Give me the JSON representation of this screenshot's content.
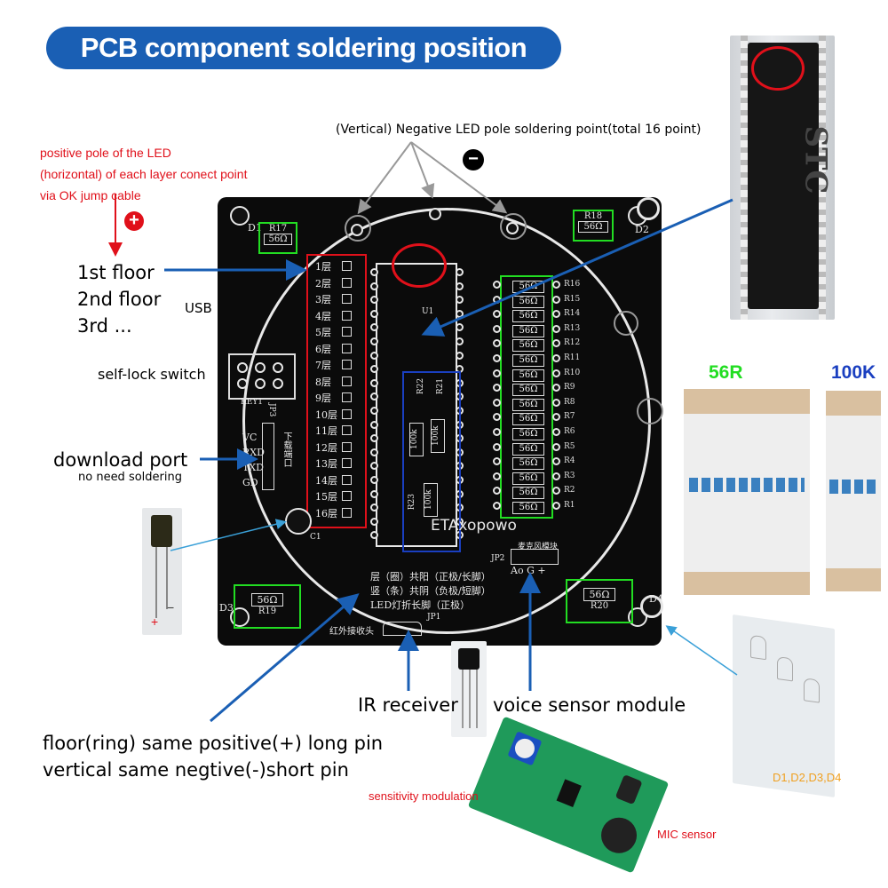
{
  "banner": {
    "title": "PCB component soldering position"
  },
  "annotations": {
    "negative_pole": "(Vertical) Negative LED pole soldering point(total 16 point)",
    "positive_pole_line1": "positive pole of the LED",
    "positive_pole_line2": "(horizontal) of each layer conect point",
    "positive_pole_line3": "via OK jump cable",
    "floor1": "1st floor",
    "floor2": "2nd floor",
    "floor3": "3rd ...",
    "usb": "USB",
    "self_lock": "self-lock switch",
    "download_port": "download port",
    "no_soldering": "no need soldering",
    "ir_receiver": "IR receiver",
    "voice_sensor": "voice sensor module",
    "floor_ring": "floor(ring) same positive(+) long pin",
    "vertical_neg": "vertical same negtive(-)short pin",
    "sensitivity": "sensitivity modulation",
    "mic_sensor": "MIC sensor",
    "label_56r": "56R",
    "label_100k": "100K",
    "leds_label": "D1,D2,D3,D4"
  },
  "pcb": {
    "layers": [
      "1层",
      "2层",
      "3层",
      "4层",
      "5层",
      "6层",
      "7层",
      "8层",
      "9层",
      "10层",
      "11层",
      "12层",
      "13层",
      "14层",
      "15层",
      "16层"
    ],
    "resistors_56": [
      "56Ω",
      "56Ω",
      "56Ω",
      "56Ω",
      "56Ω",
      "56Ω",
      "56Ω",
      "56Ω",
      "56Ω",
      "56Ω",
      "56Ω",
      "56Ω",
      "56Ω",
      "56Ω",
      "56Ω",
      "56Ω"
    ],
    "resistor_names": [
      "R16",
      "R15",
      "R14",
      "R13",
      "R12",
      "R11",
      "R10",
      "R9",
      "R8",
      "R7",
      "R6",
      "R5",
      "R4",
      "R3",
      "R2",
      "R1"
    ],
    "r17": "R17",
    "r18": "R18",
    "r19": "R19",
    "r20": "R20",
    "v56": "56Ω",
    "d1": "D1",
    "d2": "D2",
    "d3": "D3",
    "d4": "D4",
    "u1": "U1",
    "key1": "KEY1",
    "c1": "C1",
    "jp1": "JP1",
    "jp2": "JP2",
    "jp3": "JP3",
    "r21": "R21",
    "r22": "R22",
    "r23": "R23",
    "v100k": "100k",
    "prog_pins": [
      "VC",
      "RXD",
      "TXD",
      "GD"
    ],
    "prog_cn": "下载端口",
    "brand": "ETAxopowo",
    "mic_module": "麦克风模块",
    "jp2_pins": "Ao G +",
    "cn_line1": "层（圈）共阳（正极/长脚）",
    "cn_line2": "竖（条）共阴（负极/短脚）",
    "cn_line3": "LED灯折长脚（正极）",
    "ir_cn": "红外接收头",
    "minus_sign": "−",
    "plus_sign": "+"
  },
  "colors": {
    "banner": "#1a5fb4",
    "arrow": "#1a5fb4",
    "red": "#e0101a",
    "green": "#22dd22",
    "blue": "#1a3fc0",
    "orange": "#f0a020"
  }
}
